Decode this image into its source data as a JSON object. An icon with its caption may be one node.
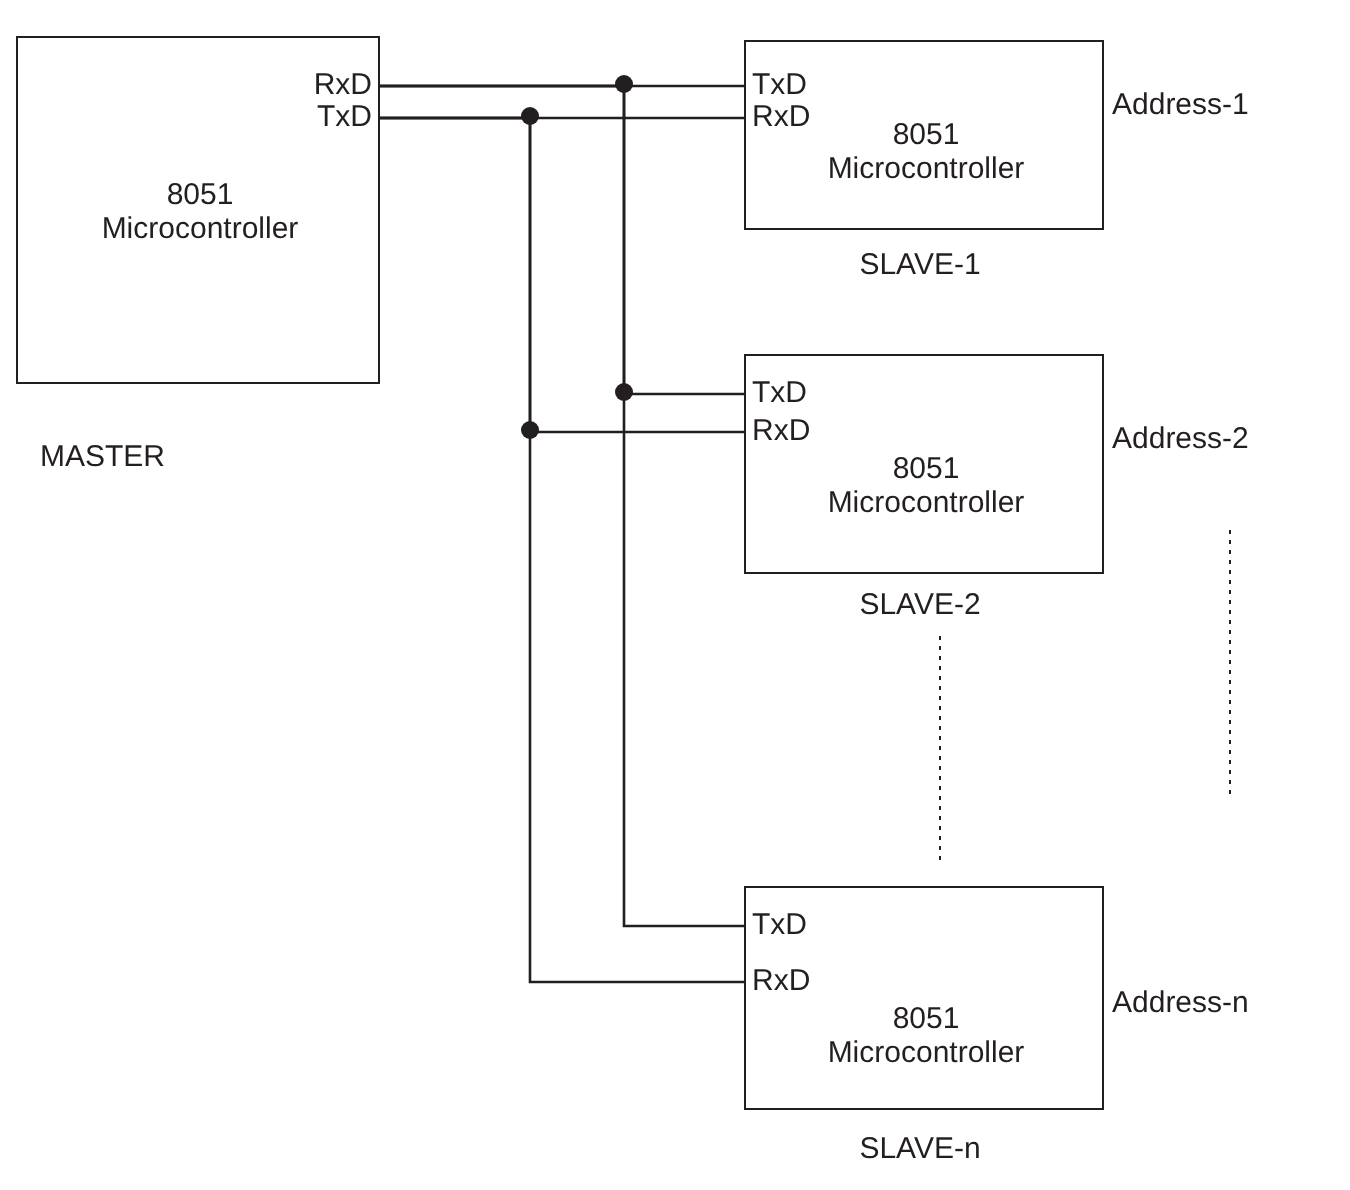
{
  "diagram": {
    "nodes": [
      {
        "text": [
          "RxD",
          "TxD",
          "8051 Microcontroller"
        ],
        "beside": [
          "MASTER"
        ]
      },
      {
        "text": [
          "TxD",
          "RxD",
          "8051 Microcontroller"
        ],
        "beside": [
          "SLAVE-1",
          "Address-1"
        ]
      },
      {
        "text": [
          "TxD",
          "RxD",
          "8051 Microcontroller"
        ],
        "beside": [
          "SLAVE-2",
          "Address-2"
        ]
      },
      {
        "text": [
          "TxD",
          "RxD",
          "8051 Microcontroller"
        ],
        "beside": [
          "SLAVE-n",
          "Address-n"
        ]
      }
    ],
    "edges": [
      {
        "from": 0,
        "to": 1,
        "arrow": "none"
      },
      {
        "from": 0,
        "to": 2,
        "arrow": "none"
      },
      {
        "from": 0,
        "to": 3,
        "arrow": "none"
      },
      {
        "from": 0,
        "to": 1,
        "arrow": "none"
      },
      {
        "from": 0,
        "to": 2,
        "arrow": "none"
      },
      {
        "from": 0,
        "to": 3,
        "arrow": "none"
      }
    ]
  }
}
